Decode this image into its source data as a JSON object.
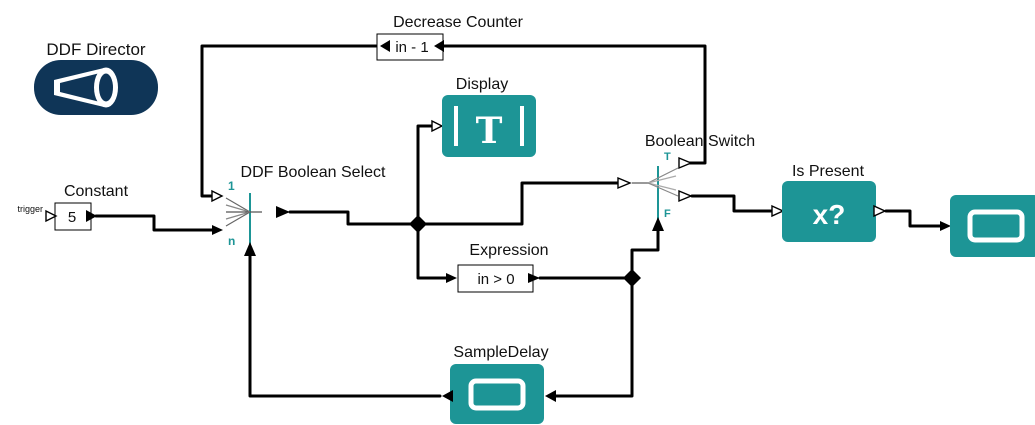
{
  "director": {
    "label": "DDF Director"
  },
  "actors": {
    "constant": {
      "label": "Constant",
      "value": "5",
      "trigger_label": "trigger"
    },
    "ddf_boolean_select": {
      "label": "DDF Boolean Select",
      "port_1": "1",
      "port_n": "n"
    },
    "decrease_counter": {
      "label": "Decrease Counter",
      "expression": "in - 1"
    },
    "display": {
      "label": "Display",
      "glyph": "T"
    },
    "boolean_switch": {
      "label": "Boolean Switch",
      "port_t": "T",
      "port_f": "F"
    },
    "expression": {
      "label": "Expression",
      "expression": "in > 0"
    },
    "is_present": {
      "label": "Is Present",
      "glyph": "x?"
    },
    "sample_delay": {
      "label": "SampleDelay"
    },
    "output": {
      "label": ""
    }
  },
  "icons": [
    "director-icon",
    "display-icon",
    "is-present-icon",
    "sample-delay-icon",
    "output-actor-icon",
    "relation-diamond-icon"
  ],
  "colors": {
    "accent": "#1d9596",
    "director": "#0f3557",
    "wire": "#000000"
  }
}
